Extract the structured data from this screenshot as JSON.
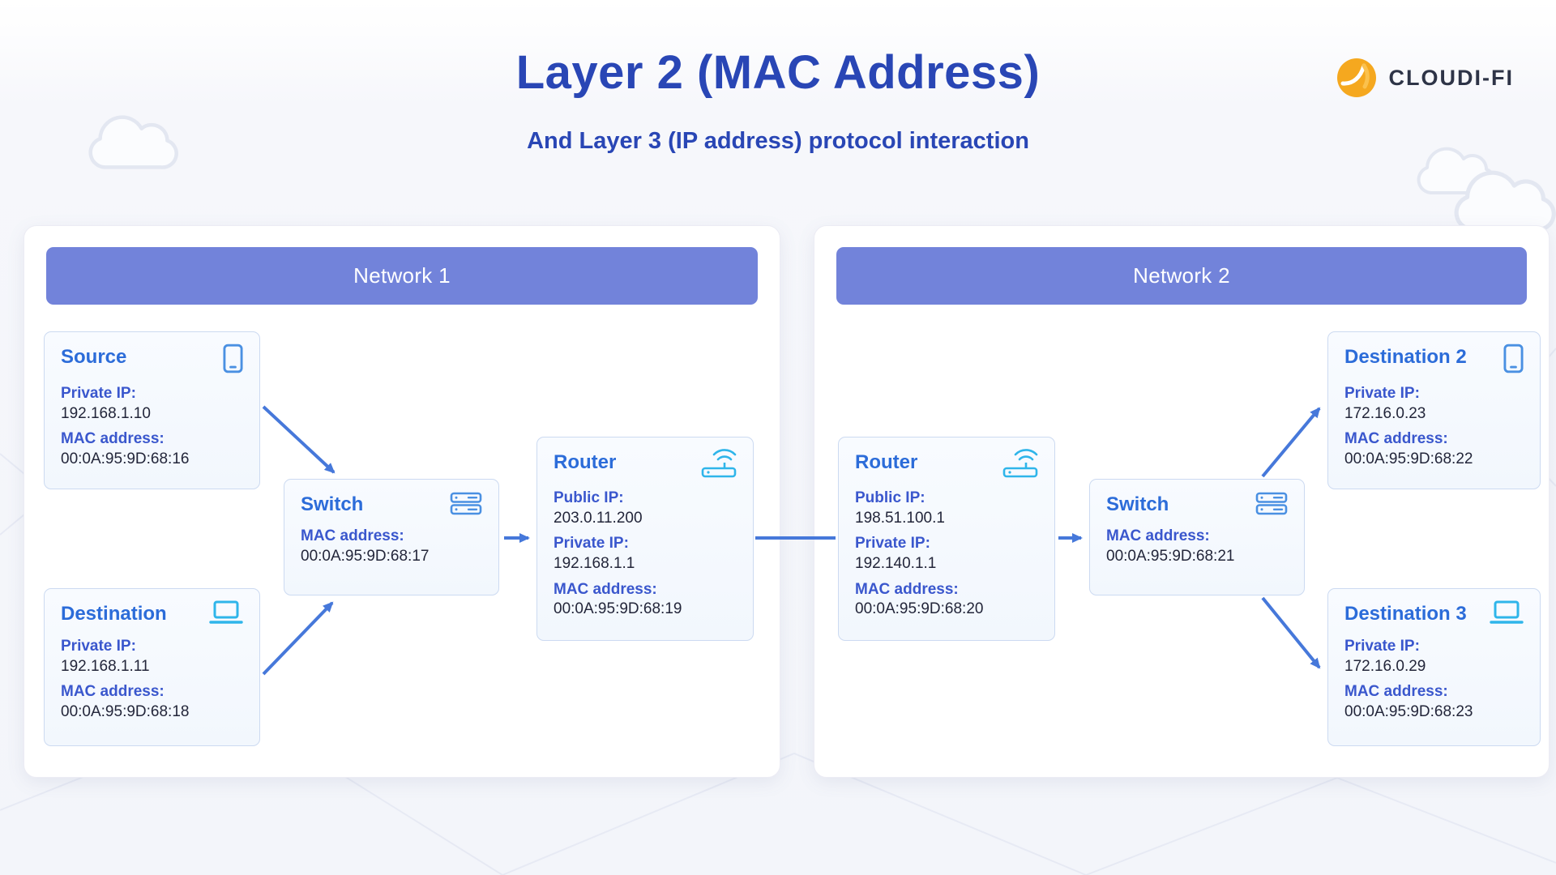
{
  "header": {
    "title": "Layer 2 (MAC Address)",
    "subtitle": "And Layer 3 (IP address) protocol interaction",
    "brand": "CLOUDI-FI"
  },
  "network1": {
    "title": "Network 1",
    "source": {
      "title": "Source",
      "icon": "smartphone-icon",
      "fields": [
        {
          "label": "Private IP:",
          "value": "192.168.1.10"
        },
        {
          "label": "MAC address:",
          "value": "00:0A:95:9D:68:16"
        }
      ]
    },
    "destination": {
      "title": "Destination",
      "icon": "laptop-icon",
      "fields": [
        {
          "label": "Private IP:",
          "value": "192.168.1.11"
        },
        {
          "label": "MAC address:",
          "value": "00:0A:95:9D:68:18"
        }
      ]
    },
    "switch": {
      "title": "Switch",
      "icon": "switch-icon",
      "fields": [
        {
          "label": "MAC address:",
          "value": "00:0A:95:9D:68:17"
        }
      ]
    },
    "router": {
      "title": "Router",
      "icon": "router-icon",
      "fields": [
        {
          "label": "Public IP:",
          "value": "203.0.11.200"
        },
        {
          "label": "Private IP:",
          "value": "192.168.1.1"
        },
        {
          "label": "MAC address:",
          "value": "00:0A:95:9D:68:19"
        }
      ]
    }
  },
  "network2": {
    "title": "Network 2",
    "router": {
      "title": "Router",
      "icon": "router-icon",
      "fields": [
        {
          "label": "Public IP:",
          "value": "198.51.100.1"
        },
        {
          "label": "Private IP:",
          "value": "192.140.1.1"
        },
        {
          "label": "MAC address:",
          "value": "00:0A:95:9D:68:20"
        }
      ]
    },
    "switch": {
      "title": "Switch",
      "icon": "switch-icon",
      "fields": [
        {
          "label": "MAC address:",
          "value": "00:0A:95:9D:68:21"
        }
      ]
    },
    "destination2": {
      "title": "Destination 2",
      "icon": "smartphone-icon",
      "fields": [
        {
          "label": "Private IP:",
          "value": "172.16.0.23"
        },
        {
          "label": "MAC address:",
          "value": "00:0A:95:9D:68:22"
        }
      ]
    },
    "destination3": {
      "title": "Destination 3",
      "icon": "laptop-icon",
      "fields": [
        {
          "label": "Private IP:",
          "value": "172.16.0.29"
        },
        {
          "label": "MAC address:",
          "value": "00:0A:95:9D:68:23"
        }
      ]
    }
  },
  "colors": {
    "title_blue": "#2946b5",
    "network_bar": "#7283da",
    "node_title_blue": "#2c6cd9",
    "field_label_blue": "#3a57cd",
    "value_dark": "#23263a",
    "arrow_blue": "#4678da",
    "icon_blue": "#4a90e2",
    "icon_cyan": "#2fb5ea",
    "brand_orange": "#f5a81f"
  }
}
